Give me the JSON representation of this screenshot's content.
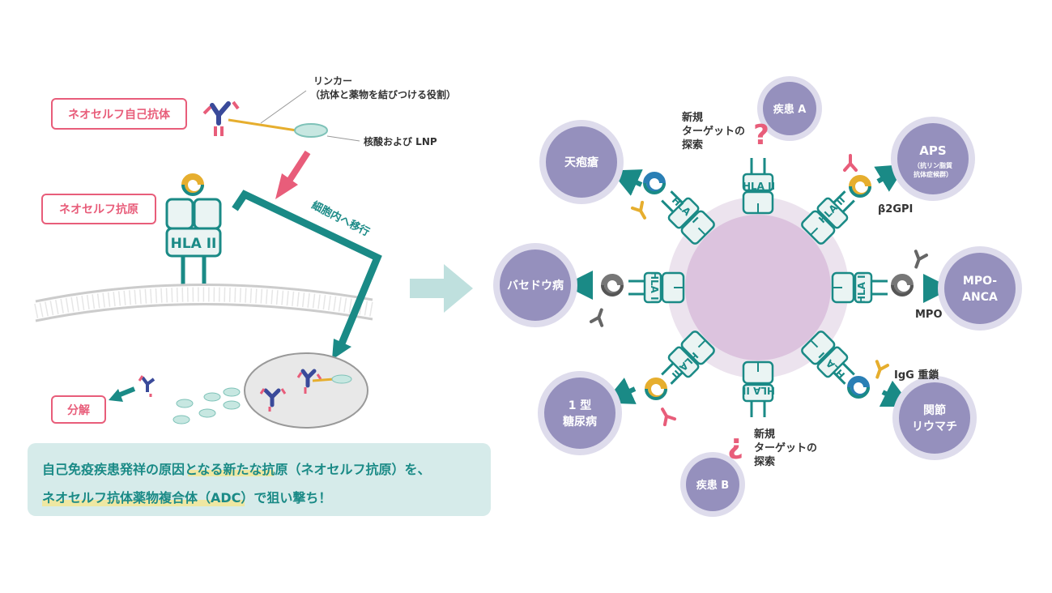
{
  "left": {
    "antibody_box": "ネオセルフ自己抗体",
    "antigen_box": "ネオセルフ抗原",
    "degradation_box": "分解",
    "linker_line1": "リンカー",
    "linker_line2": "（抗体と薬物を結びつける役割）",
    "nucleic_label": "核酸および LNP",
    "hla_label": "HLA II",
    "intracellular_label": "細胞内へ移行"
  },
  "banner": {
    "line1": "自己免疫疾患発祥の原因となる新たな抗原（ネオセルフ抗原）を、",
    "line2": "ネオセルフ抗体薬物複合体（ADC）で狙い撃ち！"
  },
  "right": {
    "hla_label": "HLA II",
    "diseases": {
      "tenpou": "天疱瘡",
      "basedow": "バセドウ病",
      "t1d_line1": "1 型",
      "t1d_line2": "糖尿病",
      "aps_title": "APS",
      "aps_sub1": "（抗リン脂質",
      "aps_sub2": "抗体症候群）",
      "mpo_line1": "MPO-",
      "mpo_line2": "ANCA",
      "ra_line1": "関節",
      "ra_line2": "リウマチ",
      "diseaseA": "疾患 A",
      "diseaseB": "疾患 B"
    },
    "new_target_top": [
      "新規",
      "ターゲットの",
      "探索"
    ],
    "new_target_bottom": [
      "新規",
      "ターゲットの",
      "探索"
    ],
    "antigen_b2gpi": "β2GPI",
    "antigen_mpo": "MPO",
    "antigen_igg": "IgG 重鎖",
    "q_top": "?",
    "q_bottom": "¿"
  },
  "colors": {
    "pink": "#e85d7a",
    "teal": "#1a8a86",
    "disease_circle": "#9590bd",
    "disease_ring": "#dedcec",
    "cell_inner": "#dcc3de",
    "cell_outer": "#ece3ee",
    "banner_bg": "#d6ebea",
    "yellow": "#e6ae2e",
    "navy": "#3a4a9a"
  }
}
